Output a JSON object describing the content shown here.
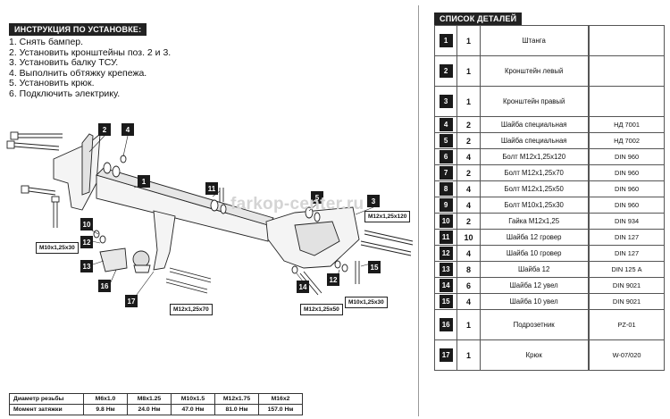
{
  "install": {
    "title": "ИНСТРУКЦИЯ ПО УСТАНОВКЕ:",
    "steps": [
      "1. Снять бампер.",
      "2. Установить кронштейны поз. 2 и 3.",
      "3. Установить балку ТСУ.",
      "4. Выполнить обтяжку крепежа.",
      "5. Установить крюк.",
      "6. Подключить электрику."
    ]
  },
  "watermark": "farkop-center.ru",
  "callouts": [
    "1",
    "2",
    "3",
    "4",
    "5",
    "10",
    "11",
    "12",
    "13",
    "14",
    "15",
    "16",
    "17"
  ],
  "dims": {
    "m10_left": "M10x1,25x30",
    "m12_70": "M12x1,25x70",
    "m12_120": "M12x1,25x120",
    "m12_50": "M12x1,25x50",
    "m10_right": "M10x1,25x30"
  },
  "torque": {
    "row1_label": "Диаметр резьбы",
    "row2_label": "Момент затяжки",
    "threads": [
      "M6x1.0",
      "M8x1.25",
      "M10x1.5",
      "M12x1.75",
      "M16x2"
    ],
    "torques": [
      "9.8 Нм",
      "24.0 Нм",
      "47.0 Нм",
      "81.0 Нм",
      "157.0 Нм"
    ]
  },
  "parts": {
    "title": "СПИСОК ДЕТАЛЕЙ",
    "rows": [
      {
        "num": "1",
        "qty": "1",
        "name": "Штанга",
        "std": "",
        "icon": "beam-icon"
      },
      {
        "num": "2",
        "qty": "1",
        "name": "Кронштейн левый",
        "std": "",
        "icon": "bracket-left-icon"
      },
      {
        "num": "3",
        "qty": "1",
        "name": "Кронштейн правый",
        "std": "",
        "icon": "bracket-right-icon"
      },
      {
        "num": "4",
        "qty": "2",
        "name": "Шайба специальная",
        "std": "НД 7001",
        "icon": "washer-icon"
      },
      {
        "num": "5",
        "qty": "2",
        "name": "Шайба специальная",
        "std": "НД 7002",
        "icon": "washer-icon"
      },
      {
        "num": "6",
        "qty": "4",
        "name": "Болт М12х1,25х120",
        "std": "DIN 960",
        "icon": "bolt-icon"
      },
      {
        "num": "7",
        "qty": "2",
        "name": "Болт М12х1,25х70",
        "std": "DIN 960",
        "icon": "bolt-icon"
      },
      {
        "num": "8",
        "qty": "4",
        "name": "Болт М12х1,25х50",
        "std": "DIN 960",
        "icon": "bolt-icon"
      },
      {
        "num": "9",
        "qty": "4",
        "name": "Болт М10х1,25х30",
        "std": "DIN 960",
        "icon": "bolt-icon"
      },
      {
        "num": "10",
        "qty": "2",
        "name": "Гайка М12х1,25",
        "std": "DIN 934",
        "icon": "nut-icon"
      },
      {
        "num": "11",
        "qty": "10",
        "name": "Шайба 12 гровер",
        "std": "DIN 127",
        "icon": "spring-washer-icon"
      },
      {
        "num": "12",
        "qty": "4",
        "name": "Шайба 10 гровер",
        "std": "DIN 127",
        "icon": "spring-washer-icon"
      },
      {
        "num": "13",
        "qty": "8",
        "name": "Шайба 12",
        "std": "DIN 125 А",
        "icon": "washer-icon"
      },
      {
        "num": "14",
        "qty": "6",
        "name": "Шайба 12 увел",
        "std": "DIN 9021",
        "icon": "washer-icon"
      },
      {
        "num": "15",
        "qty": "4",
        "name": "Шайба 10 увел",
        "std": "DIN 9021",
        "icon": "washer-icon"
      },
      {
        "num": "16",
        "qty": "1",
        "name": "Подрозетник",
        "std": "PZ-01",
        "icon": "socket-plate-icon"
      },
      {
        "num": "17",
        "qty": "1",
        "name": "Крюк",
        "std": "W-07/020",
        "icon": "hook-icon"
      }
    ]
  }
}
